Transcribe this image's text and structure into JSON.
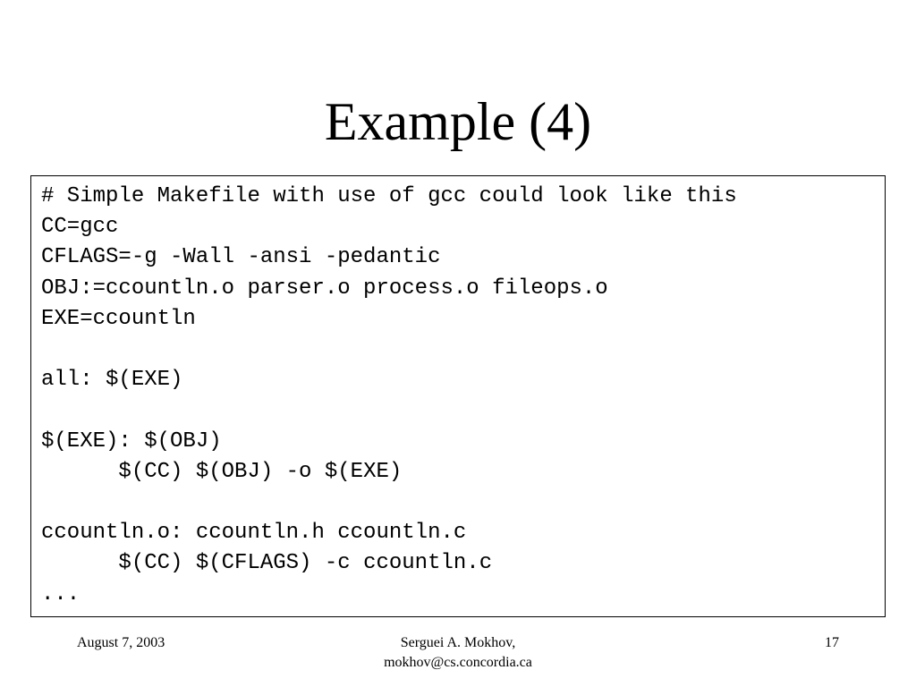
{
  "slide": {
    "title": "Example (4)",
    "code": "# Simple Makefile with use of gcc could look like this\nCC=gcc\nCFLAGS=-g -Wall -ansi -pedantic\nOBJ:=ccountln.o parser.o process.o fileops.o\nEXE=ccountln\n\nall: $(EXE)\n\n$(EXE): $(OBJ)\n\t$(CC) $(OBJ) -o $(EXE)\n\nccountln.o: ccountln.h ccountln.c\n\t$(CC) $(CFLAGS) -c ccountln.c\n..."
  },
  "footer": {
    "date": "August 7, 2003",
    "author": "Serguei A. Mokhov,",
    "email": "mokhov@cs.concordia.ca",
    "page_number": "17"
  }
}
